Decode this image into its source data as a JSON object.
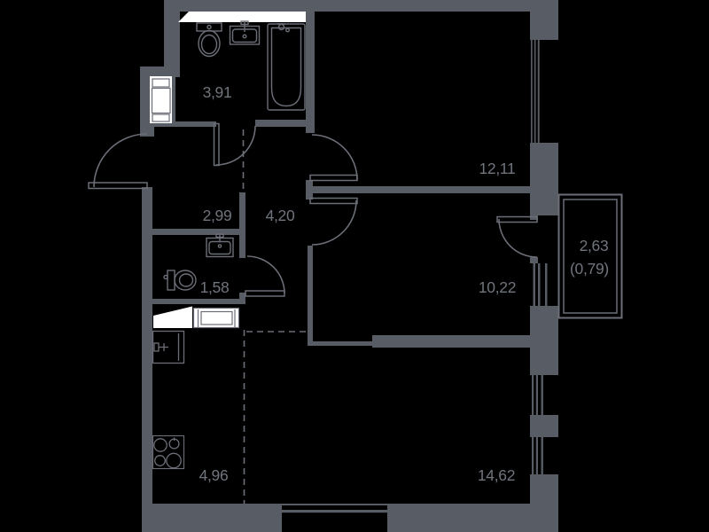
{
  "plan": {
    "title": "apartment floor plan",
    "rooms": {
      "bathroom": {
        "area": "3,91"
      },
      "hallway": {
        "area": "2,99"
      },
      "hall": {
        "area": "4,20"
      },
      "wc": {
        "area": "1,58"
      },
      "bedroom": {
        "area": "12,11"
      },
      "room": {
        "area": "10,22"
      },
      "balcony": {
        "area": "2,63",
        "area_reduced": "(0,79)"
      },
      "kitchen": {
        "area": "4,96"
      },
      "living_room": {
        "area": "14,62"
      }
    },
    "colors": {
      "background": "#000000",
      "wall": "#585c65",
      "line": "#6b6e77",
      "text": "#70747d",
      "fixture_white": "#ffffff"
    }
  }
}
